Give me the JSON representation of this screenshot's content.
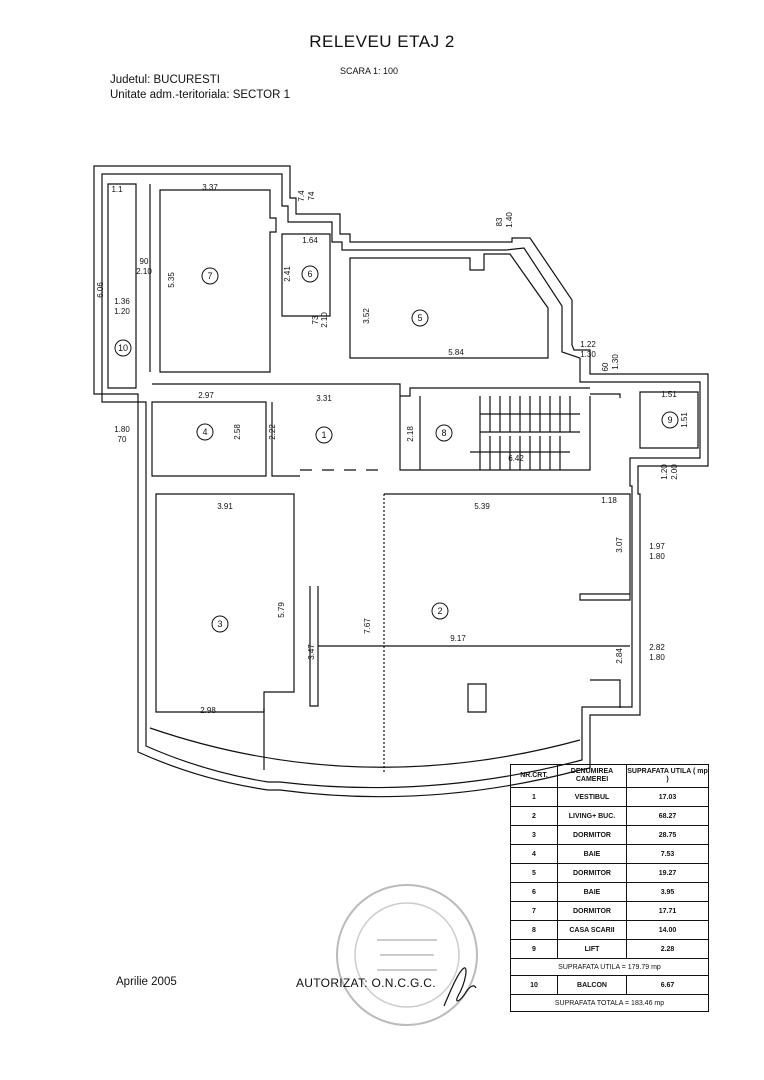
{
  "header": {
    "title": "RELEVEU ETAJ 2",
    "scale": "SCARA 1: 100",
    "judet": "Judetul: BUCURESTI",
    "unitate": "Unitate adm.-teritoriala: SECTOR 1"
  },
  "footer": {
    "date": "Aprilie 2005",
    "authorized": "AUTORIZAT: O.N.C.G.C."
  },
  "rooms": [
    "1",
    "2",
    "3",
    "4",
    "5",
    "6",
    "7",
    "8",
    "9",
    "10"
  ],
  "dimensions": [
    "1.1",
    "3.37",
    "6.06",
    "5.35",
    "7.4",
    "74",
    "1.64",
    "2.41",
    "83",
    "1.40",
    "3.52",
    "5.84",
    "1.22",
    "1.30",
    "60",
    "1.30",
    "1.36",
    "1.20",
    "90",
    "2.10",
    "73",
    "2.10",
    "1.51",
    "1.51",
    "1.80",
    "70",
    "2.97",
    "2.58",
    "2.22",
    "3.31",
    "2.18",
    "6.42",
    "1.20",
    "2.00",
    "3.91",
    "5.39",
    "1.18",
    "3.07",
    "1.97",
    "1.80",
    "5.79",
    "7.67",
    "3.47",
    "9.17",
    "2.84",
    "2.82",
    "1.80",
    "2.98"
  ],
  "legend": {
    "headers": [
      "NR.CRT.",
      "DENUMIREA CAMEREI",
      "SUPRAFATA UTILA ( mp )"
    ],
    "rows": [
      [
        "1",
        "VESTIBUL",
        "17.03"
      ],
      [
        "2",
        "LIVING+ BUC.",
        "68.27"
      ],
      [
        "3",
        "DORMITOR",
        "28.75"
      ],
      [
        "4",
        "BAIE",
        "7.53"
      ],
      [
        "5",
        "DORMITOR",
        "19.27"
      ],
      [
        "6",
        "BAIE",
        "3.95"
      ],
      [
        "7",
        "DORMITOR",
        "17.71"
      ],
      [
        "8",
        "CASA SCARII",
        "14.00"
      ],
      [
        "9",
        "LIFT",
        "2.28"
      ]
    ],
    "subtotal": "SUPRAFATA UTILA = 179.79 mp",
    "balcony": [
      "10",
      "BALCON",
      "6.67"
    ],
    "total": "SUPRAFATA TOTALA = 183.46 mp"
  }
}
